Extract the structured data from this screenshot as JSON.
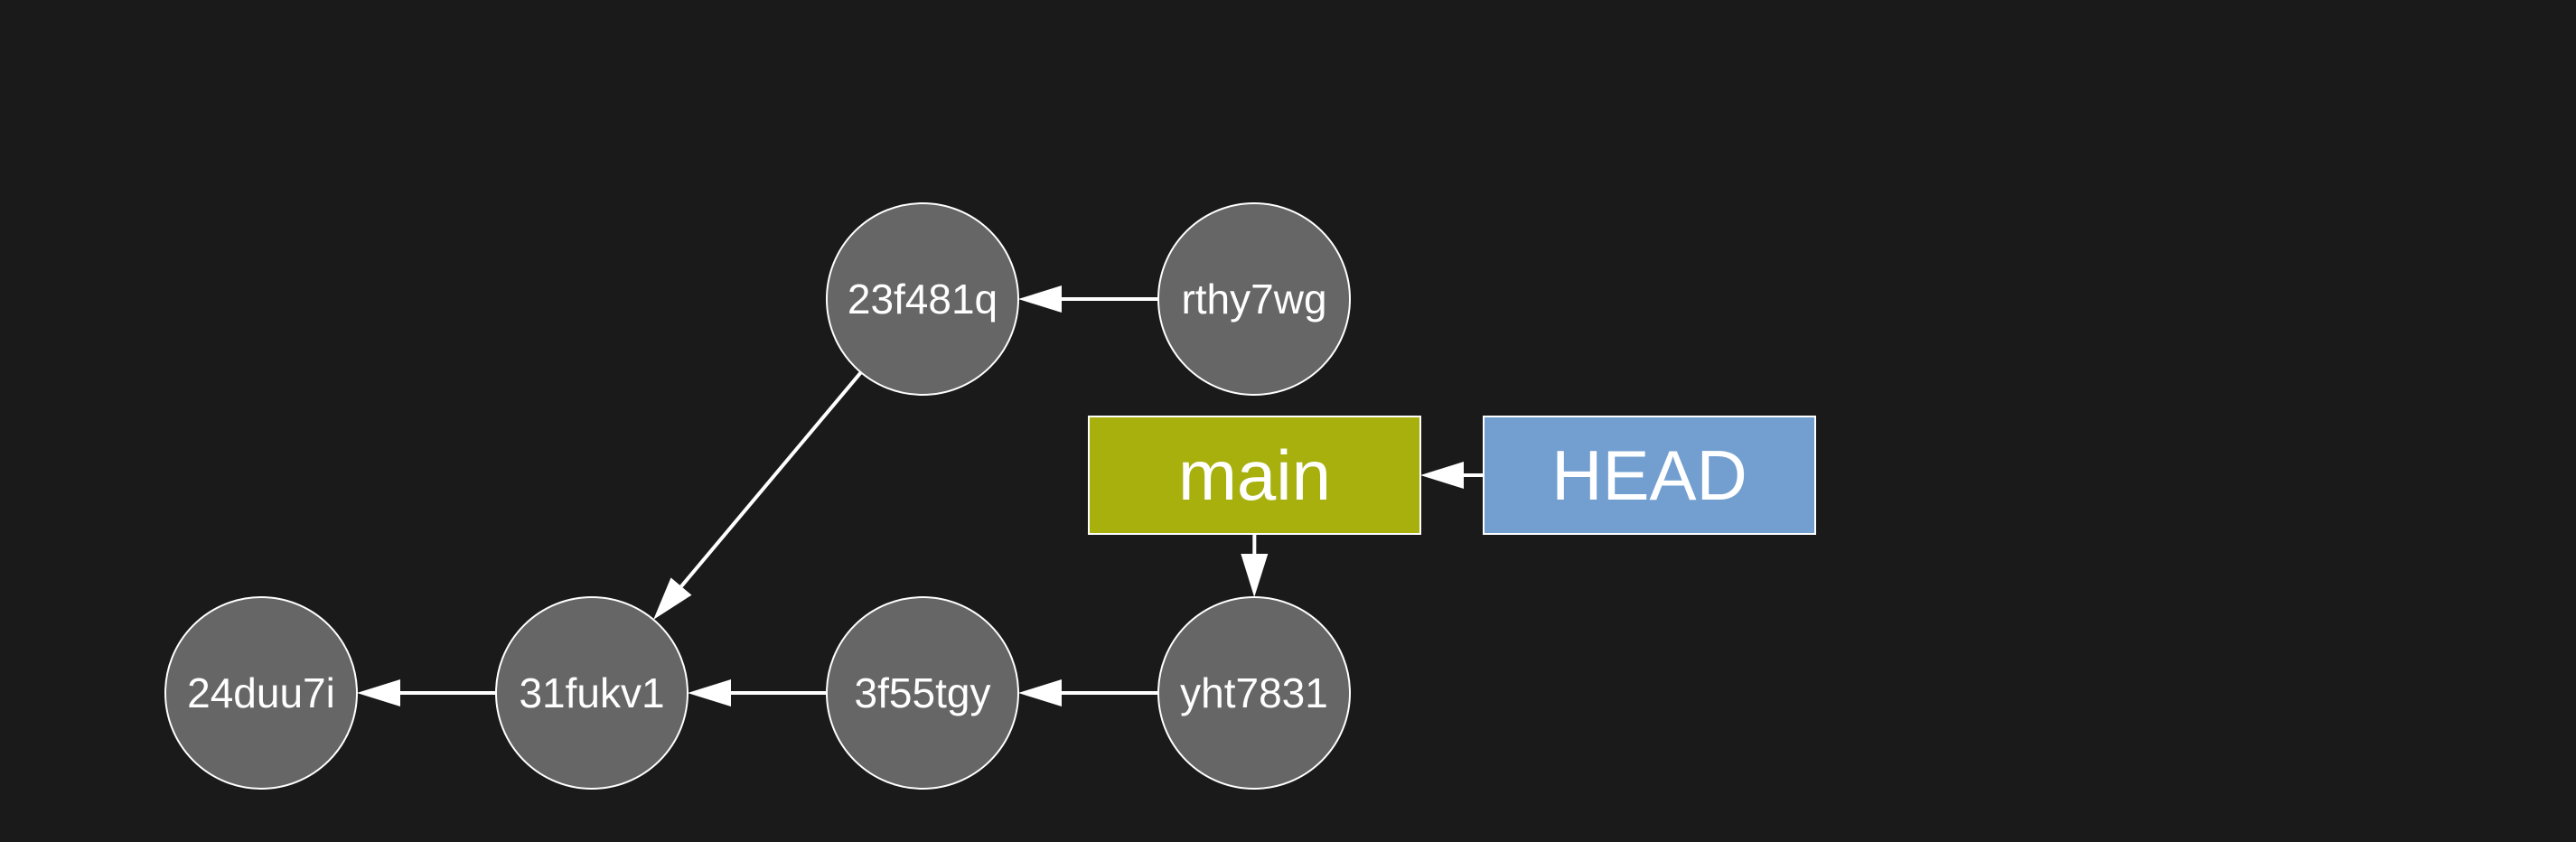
{
  "colors": {
    "background": "#1a1a1a",
    "commit_fill": "#666666",
    "commit_stroke": "#ffffff",
    "text": "#ffffff",
    "edge": "#ffffff",
    "branch_fill": "#a7b00d",
    "head_fill": "#729fd0"
  },
  "commits": [
    {
      "id": "c-24duu7i",
      "label": "24duu7i"
    },
    {
      "id": "c-31fukv1",
      "label": "31fukv1"
    },
    {
      "id": "c-3f55tgy",
      "label": "3f55tgy"
    },
    {
      "id": "c-yht7831",
      "label": "yht7831"
    },
    {
      "id": "c-23f481q",
      "label": "23f481q"
    },
    {
      "id": "c-rthy7wg",
      "label": "rthy7wg"
    }
  ],
  "refs": [
    {
      "id": "ref-main",
      "label": "main",
      "type": "branch"
    },
    {
      "id": "ref-head",
      "label": "HEAD",
      "type": "head"
    }
  ],
  "edges": [
    {
      "from": "c-31fukv1",
      "to": "c-24duu7i"
    },
    {
      "from": "c-3f55tgy",
      "to": "c-31fukv1"
    },
    {
      "from": "c-yht7831",
      "to": "c-3f55tgy"
    },
    {
      "from": "c-23f481q",
      "to": "c-31fukv1"
    },
    {
      "from": "c-rthy7wg",
      "to": "c-23f481q"
    },
    {
      "from": "ref-main",
      "to": "c-yht7831"
    },
    {
      "from": "ref-head",
      "to": "ref-main"
    }
  ]
}
